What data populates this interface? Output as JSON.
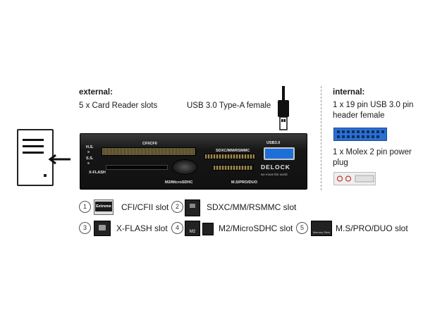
{
  "external": {
    "heading": "external:",
    "description": "5 x Card Reader slots"
  },
  "usb": {
    "label": "USB 3.0 Type-A female"
  },
  "internal": {
    "heading": "internal:",
    "usb_header": "1 x 19 pin USB 3.0 pin header female",
    "molex": "1 x Molex 2 pin power plug"
  },
  "device": {
    "hs": "H.S.",
    "ss": "S.S.",
    "xflash": "X-FLASH",
    "cf": "CFI/CFII",
    "sdxc": "SDXC/MM/RSMMC",
    "m2": "M2/MicroSDHC",
    "ms": "M.S/PRO/DUO",
    "usb3": "USB3.0",
    "brand": "DELOCK",
    "tagline": "we move the world"
  },
  "slots": [
    {
      "num": "1",
      "label": "CFI/CFII slot",
      "icon": "cf-card-icon",
      "thumb": "Extreme"
    },
    {
      "num": "2",
      "label": "SDXC/MM/RSMMC slot",
      "icon": "sd-card-icon",
      "thumb": ""
    },
    {
      "num": "3",
      "label": "X-FLASH slot",
      "icon": "xd-card-icon",
      "thumb": ""
    },
    {
      "num": "4",
      "label": "M2/MicroSDHC slot",
      "icon": "m2-card-icon",
      "thumb": "M2"
    },
    {
      "num": "5",
      "label": "M.S/PRO/DUO slot",
      "icon": "memory-stick-icon",
      "thumb": "Memory Stick"
    }
  ]
}
